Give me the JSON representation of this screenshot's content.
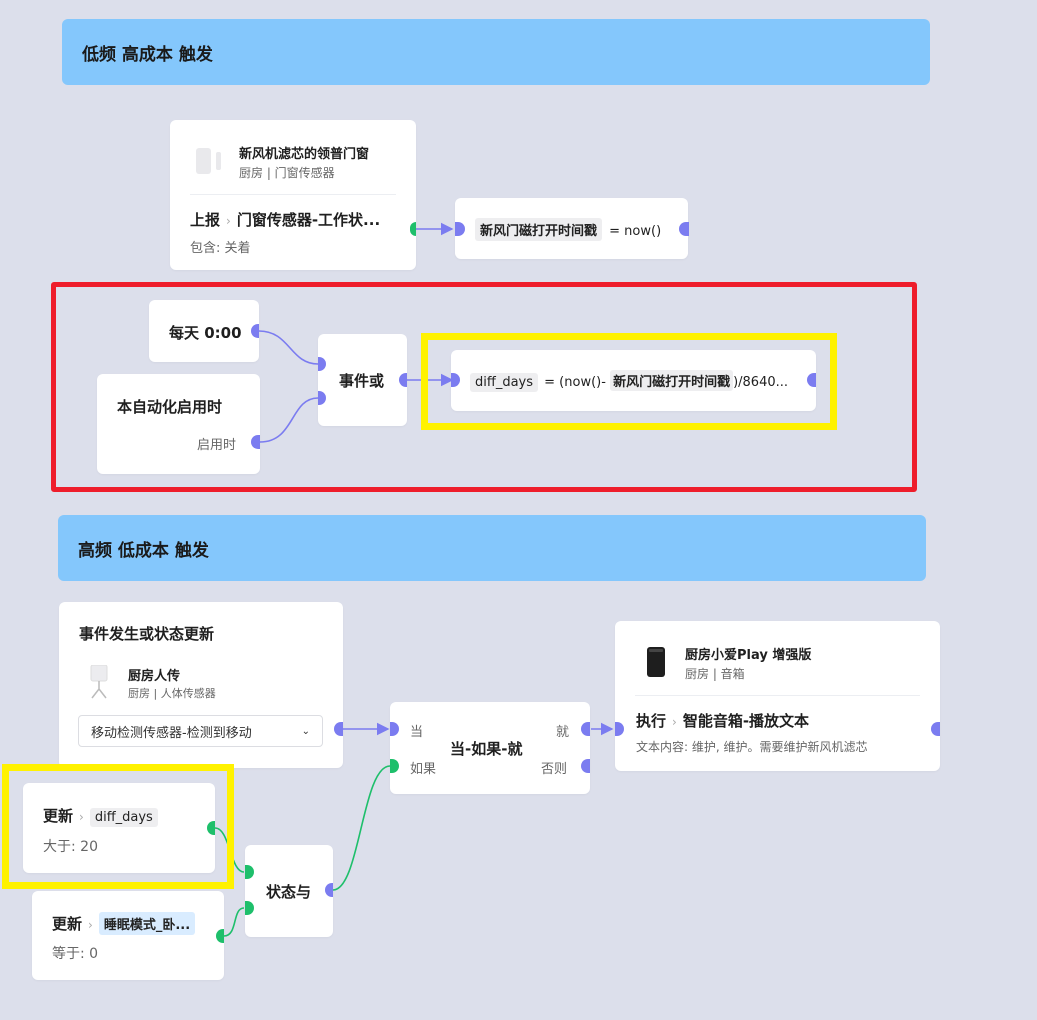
{
  "groups": {
    "low_freq": "低频 高成本 触发",
    "high_freq": "高频 低成本 触发"
  },
  "door_sensor": {
    "device_name": "新风机滤芯的领普门窗",
    "device_sub": "厨房 | 门窗传感器",
    "report_label": "上报",
    "report_value": "门窗传感器-工作状...",
    "contains_label": "包含: 关着"
  },
  "assign_timestamp": {
    "var": "新风门磁打开时间戳",
    "expr": "= now()"
  },
  "daily_trigger": {
    "label": "每天 0:00"
  },
  "enable_trigger": {
    "title": "本自动化启用时",
    "port_label": "启用时"
  },
  "event_or": {
    "label": "事件或"
  },
  "diff_days": {
    "var": "diff_days",
    "expr_prefix": "= (now()-",
    "expr_chip": "新风门磁打开时间戳",
    "expr_suffix": ")/8640..."
  },
  "event_or_state": {
    "title": "事件发生或状态更新",
    "device_name": "厨房人传",
    "device_sub": "厨房 | 人体传感器",
    "select_value": "移动检测传感器-检测到移动"
  },
  "when_if_then": {
    "label": "当-如果-就",
    "port_when": "当",
    "port_if": "如果",
    "port_then": "就",
    "port_else": "否则"
  },
  "speaker": {
    "device_name": "厨房小爱Play 增强版",
    "device_sub": "厨房 | 音箱",
    "action_label": "执行",
    "action_value": "智能音箱-播放文本",
    "content": "文本内容: 维护, 维护。需要维护新风机滤芯"
  },
  "update_diff": {
    "label": "更新",
    "var": "diff_days",
    "cond": "大于: 20"
  },
  "update_sleep": {
    "label": "更新",
    "var": "睡眠模式_卧...",
    "cond": "等于: 0"
  },
  "state_and": {
    "label": "状态与"
  },
  "colors": {
    "background": "#dcdfeb",
    "group_header": "#84c7fc",
    "port_event": "#7b7cf0",
    "port_state": "#1ebf6b",
    "highlight_red": "#ee1d2b",
    "highlight_yellow": "#fff200"
  }
}
